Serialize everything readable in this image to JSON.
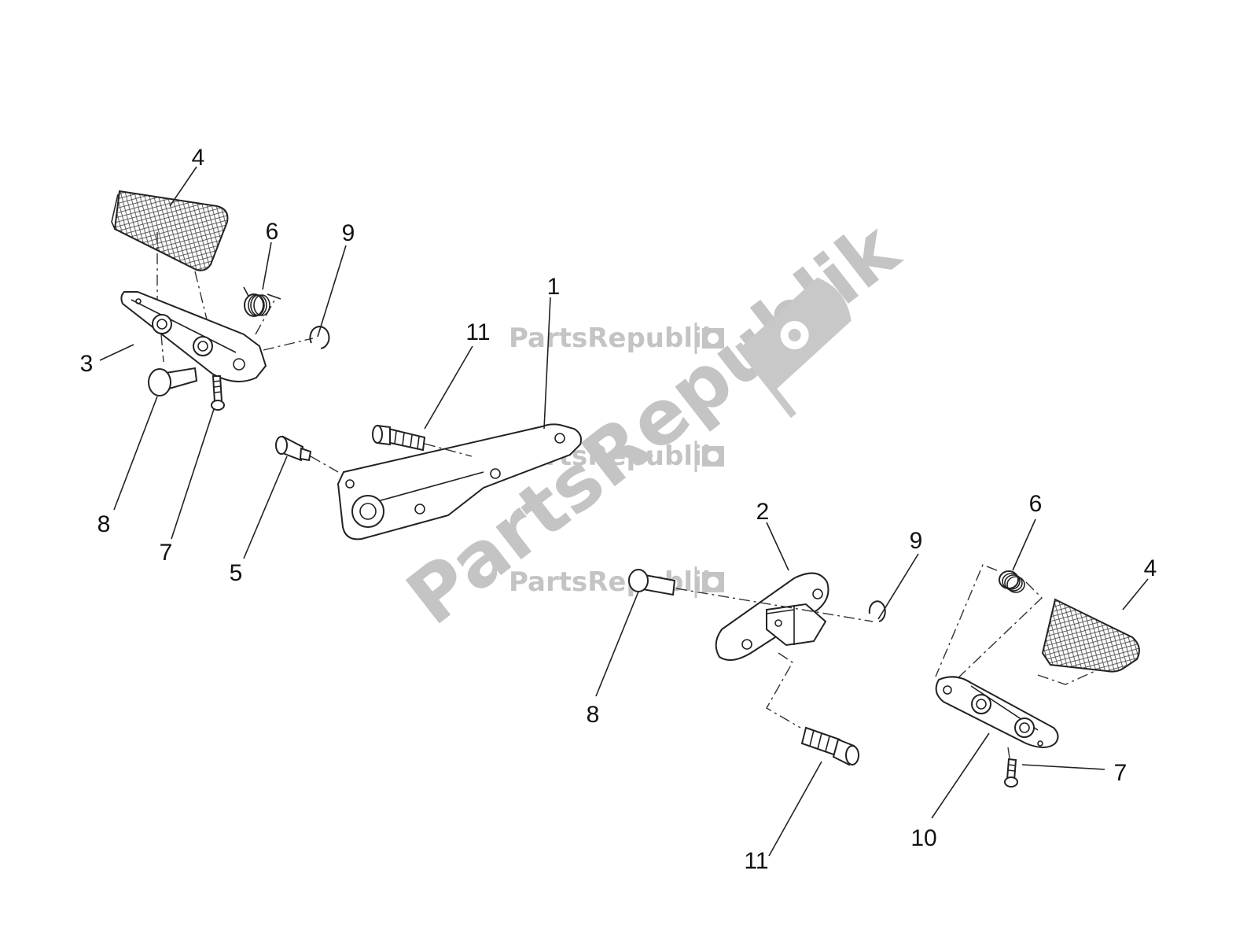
{
  "diagram": {
    "callouts": [
      {
        "id": "c-4-left",
        "label": "4"
      },
      {
        "id": "c-6-left",
        "label": "6"
      },
      {
        "id": "c-9-left",
        "label": "9"
      },
      {
        "id": "c-3",
        "label": "3"
      },
      {
        "id": "c-1",
        "label": "1"
      },
      {
        "id": "c-11-top",
        "label": "11"
      },
      {
        "id": "c-8-left",
        "label": "8"
      },
      {
        "id": "c-7-left",
        "label": "7"
      },
      {
        "id": "c-5",
        "label": "5"
      },
      {
        "id": "c-2",
        "label": "2"
      },
      {
        "id": "c-9-right",
        "label": "9"
      },
      {
        "id": "c-6-right",
        "label": "6"
      },
      {
        "id": "c-4-right",
        "label": "4"
      },
      {
        "id": "c-8-right",
        "label": "8"
      },
      {
        "id": "c-7-right",
        "label": "7"
      },
      {
        "id": "c-10",
        "label": "10"
      },
      {
        "id": "c-11-bottom",
        "label": "11"
      }
    ]
  },
  "watermark": {
    "small_text": "PartsRepublik",
    "large_text": "PartsRepublik",
    "icon": "gear-flag-icon",
    "color": "#c4c4c4"
  }
}
